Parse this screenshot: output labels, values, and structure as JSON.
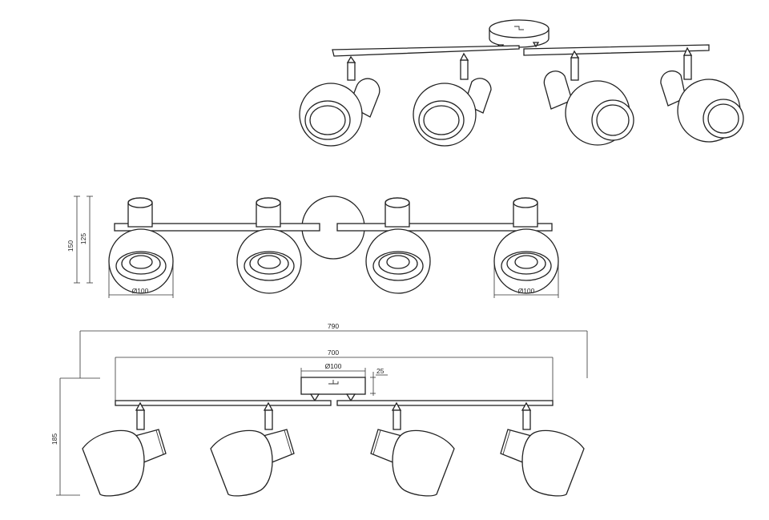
{
  "dimensions": {
    "height_total": "150",
    "height_body": "125",
    "shade_diameter_left": "Ø100",
    "shade_diameter_right": "Ø100",
    "overall_length": "790",
    "bar_length": "700",
    "canopy_diameter": "Ø100",
    "canopy_height": "25",
    "side_height": "185"
  },
  "colors": {
    "line": "#222222",
    "background": "#ffffff"
  }
}
